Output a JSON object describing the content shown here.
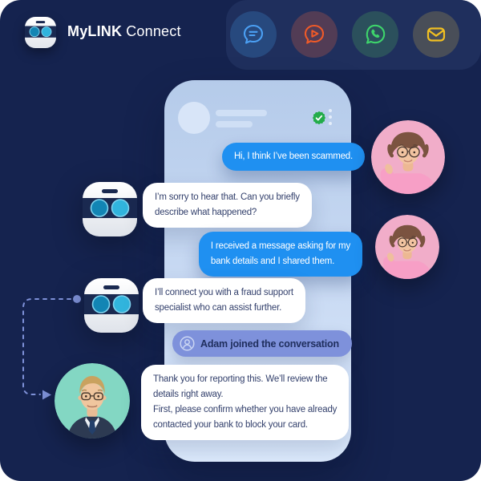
{
  "brand": {
    "my": "My",
    "link": "LINK",
    "connect": "Connect"
  },
  "channels": {
    "items": [
      {
        "name": "live-chat",
        "icon": "chat-bubble-icon",
        "icon_color": "#4BA0F4",
        "circle_color": "#27497E"
      },
      {
        "name": "video-chat",
        "icon": "video-chat-icon",
        "icon_color": "#F05A28",
        "circle_color": "#523C55"
      },
      {
        "name": "whatsapp",
        "icon": "whatsapp-icon",
        "icon_color": "#3ED56B",
        "circle_color": "#2B505C"
      },
      {
        "name": "email",
        "icon": "email-icon",
        "icon_color": "#F2C021",
        "circle_color": "#494E58"
      }
    ]
  },
  "phone": {
    "header": {
      "verified_icon": "verified-badge-icon",
      "verified_color": "#23AC4A",
      "menu_icon": "kebab-menu-icon"
    },
    "messages": [
      {
        "sender": "customer",
        "type": "outgoing",
        "text": "Hi, I think I’ve been scammed."
      },
      {
        "sender": "bot",
        "type": "incoming",
        "text": "I’m sorry to hear that. Can you briefly\ndescribe what happened?"
      },
      {
        "sender": "customer",
        "type": "outgoing",
        "text": "I received a message asking for my\nbank details and I shared them."
      },
      {
        "sender": "bot",
        "type": "incoming",
        "text": "I’ll connect you with a fraud support\nspecialist who can assist further."
      },
      {
        "sender": "agent",
        "type": "incoming",
        "text": "Thank you for reporting this. We’ll review the\ndetails right away.\nFirst, please confirm whether you have already\ncontacted your bank to block your card."
      }
    ],
    "system_event": {
      "icon": "person-icon",
      "text": "Adam joined the conversation"
    }
  },
  "colors": {
    "background": "#15234F",
    "channel_panel": "#1F2F5D",
    "phone_top": "#B5CBEA",
    "phone_bottom": "#DDEBFD",
    "outgoing_bubble": "#1F90F1",
    "incoming_bubble": "#FFFFFF",
    "incoming_text": "#33406C",
    "system_pill": "#7E91DB",
    "connector": "#7E91D8",
    "bot_eye_left": "#1285B4",
    "bot_eye_right": "#31B4DD",
    "woman_photo_bg": "#F1ADC9",
    "agent_photo_bg": "#83D7C3"
  }
}
